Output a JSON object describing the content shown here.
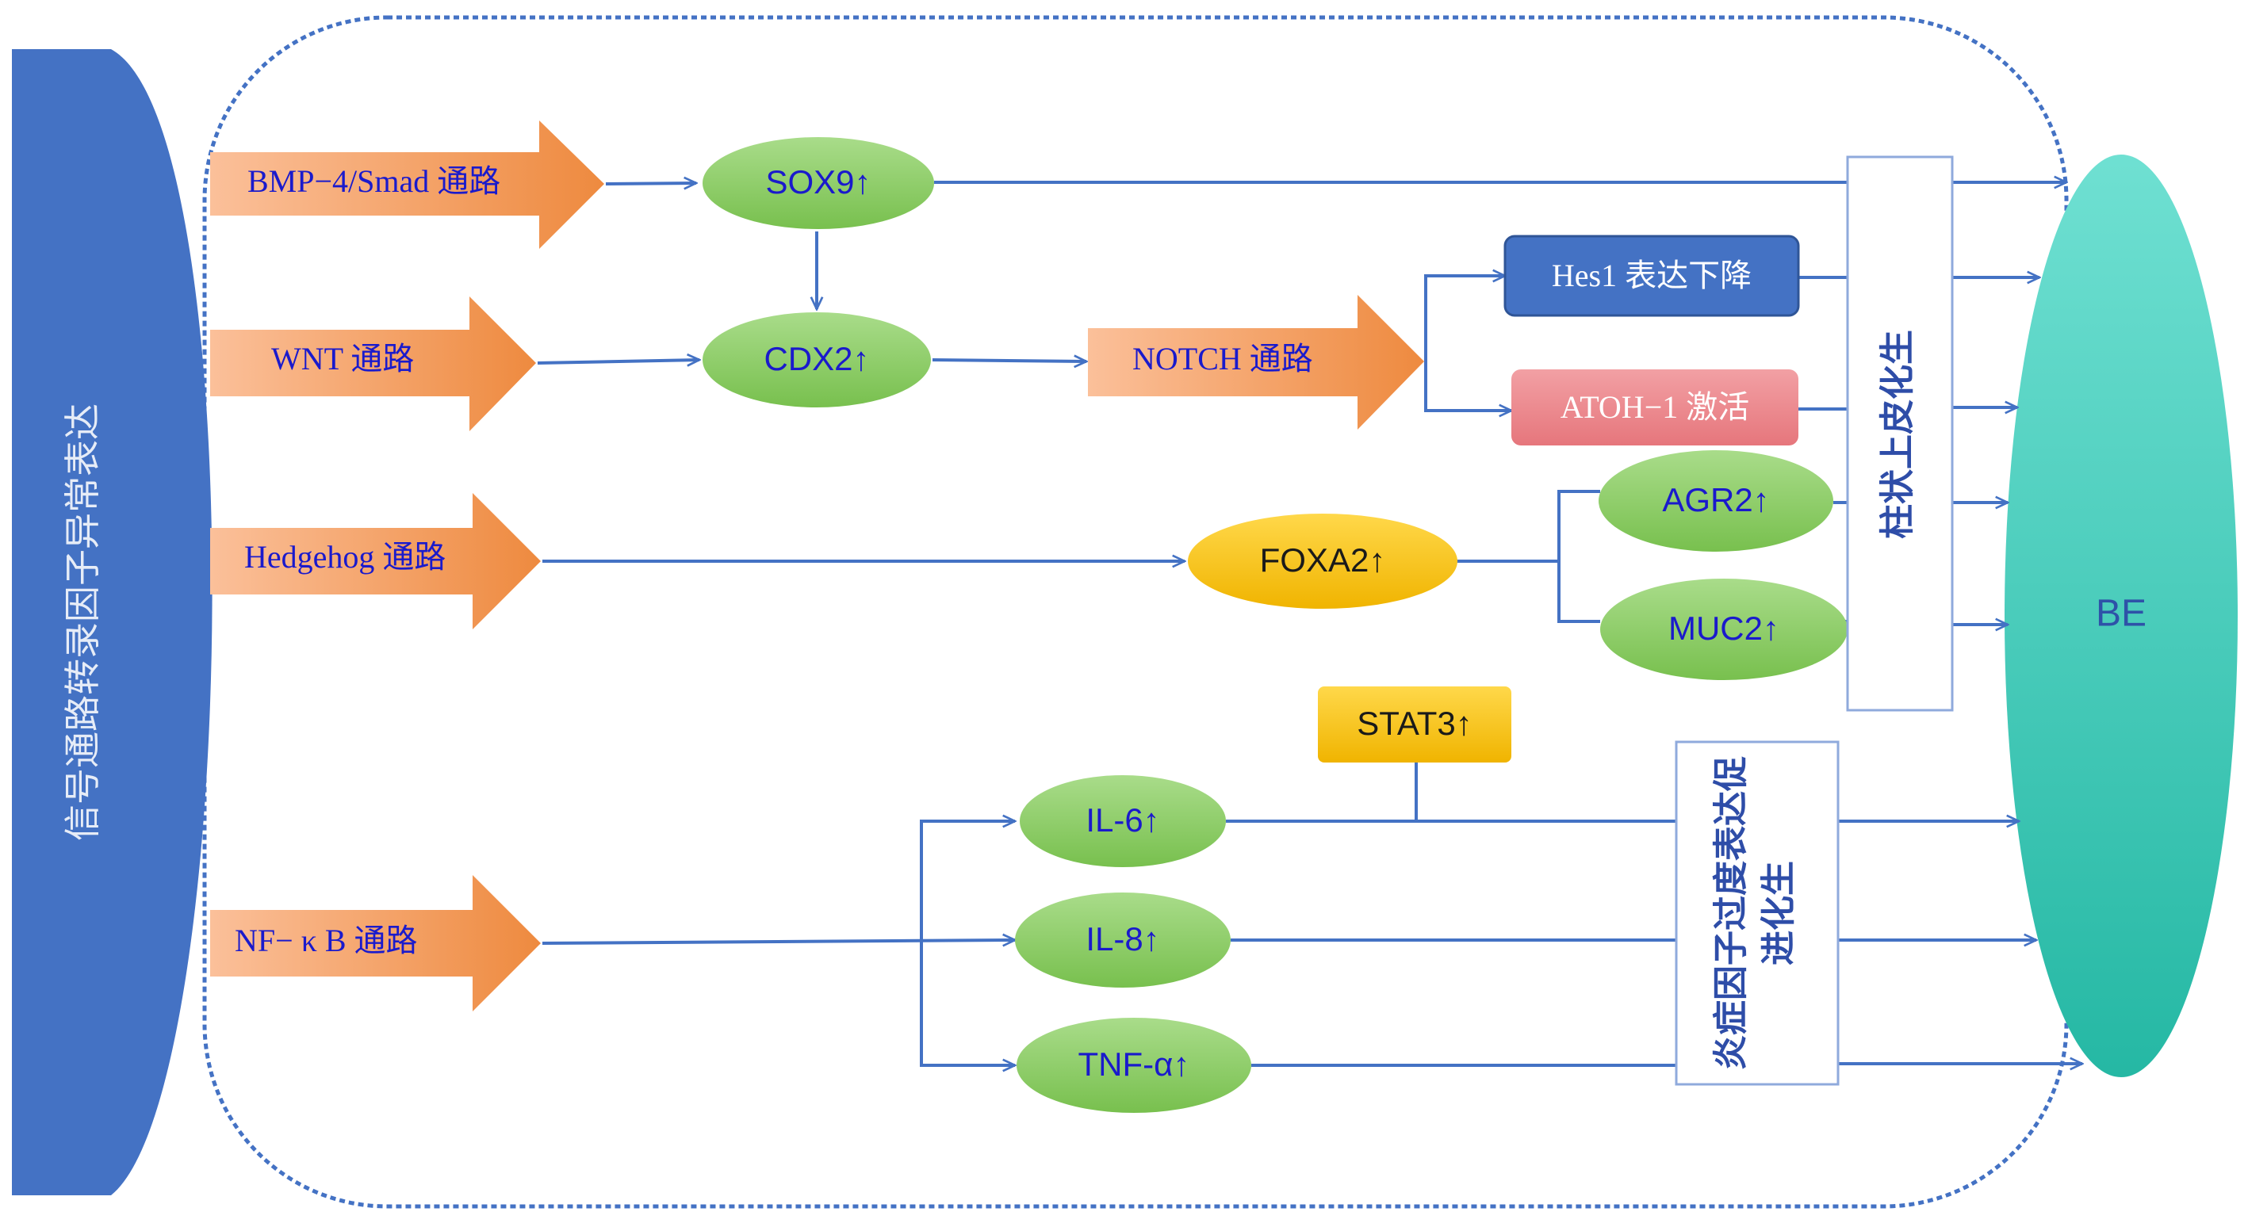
{
  "side_label": "信号通路转录因子异常表达",
  "pathways": {
    "bmp": "BMP−4/Smad 通路",
    "wnt": "WNT 通路",
    "hedgehog": "Hedgehog 通路",
    "nfkb": "NF− κ B 通路",
    "notch": "NOTCH 通路"
  },
  "nodes": {
    "sox9": "SOX9↑",
    "cdx2": "CDX2↑",
    "foxa2": "FOXA2↑",
    "agr2": "AGR2↑",
    "muc2": "MUC2↑",
    "stat3": "STAT3↑",
    "il6": "IL-6↑",
    "il8": "IL-8↑",
    "tnfa": "TNF-α↑",
    "hes1": "Hes1 表达下降",
    "atoh1": "ATOH−1 激活",
    "be": "BE"
  },
  "boxes": {
    "columnar": "柱状上皮化生",
    "inflammatory_line1": "炎症因子过度表达促",
    "inflammatory_line2": "进化生"
  },
  "colors": {
    "side_fill": "#4472c4",
    "pathway_arrow": "#f0965a",
    "ellipse_green": "#8fce6a",
    "ellipse_yellow": "#f5c518",
    "hes1_fill": "#4472c4",
    "atoh1_fill": "#ee8a8e",
    "be_fill": "#4fd3c2",
    "line": "#4472c4",
    "label_text": "#1a1acc"
  }
}
